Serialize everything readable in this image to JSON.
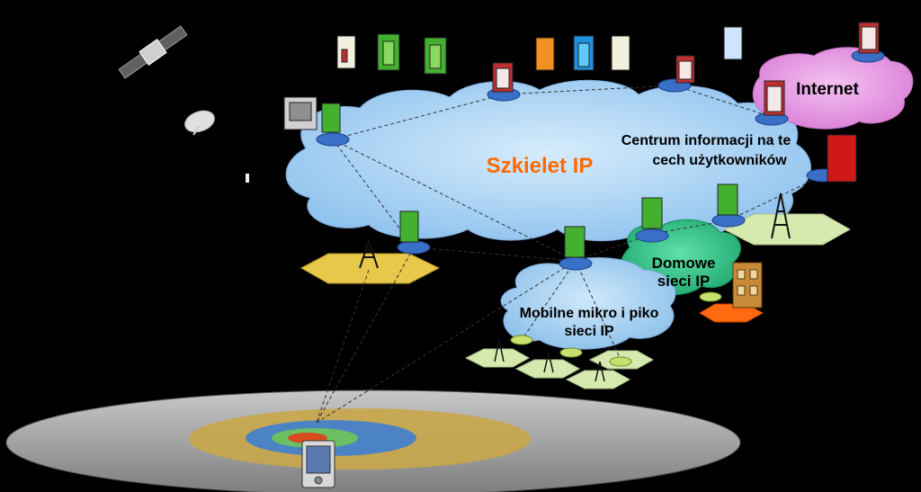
{
  "backbone": {
    "label": "Szkielet IP",
    "color": "#ff6a00"
  },
  "internet": {
    "label": "Internet"
  },
  "user_info_center": {
    "line1": "Centrum informacji na te",
    "line2": "cech użytkowników"
  },
  "home_networks": {
    "line1": "Domowe",
    "line2": "sieci IP"
  },
  "mobile_networks": {
    "line1": "Mobilne mikro i piko",
    "line2": "sieci IP"
  },
  "colors": {
    "cloud_blue": "#a9d3f5",
    "cloud_pink": "#ea9ae6",
    "cloud_green": "#2fc48a",
    "hex_yellow": "#e8c84a",
    "hex_green": "#d6eab0",
    "hex_orange": "#ff6a10",
    "router_blue": "#3a6fc8",
    "server_green": "#44b030",
    "server_red": "#d01818"
  }
}
